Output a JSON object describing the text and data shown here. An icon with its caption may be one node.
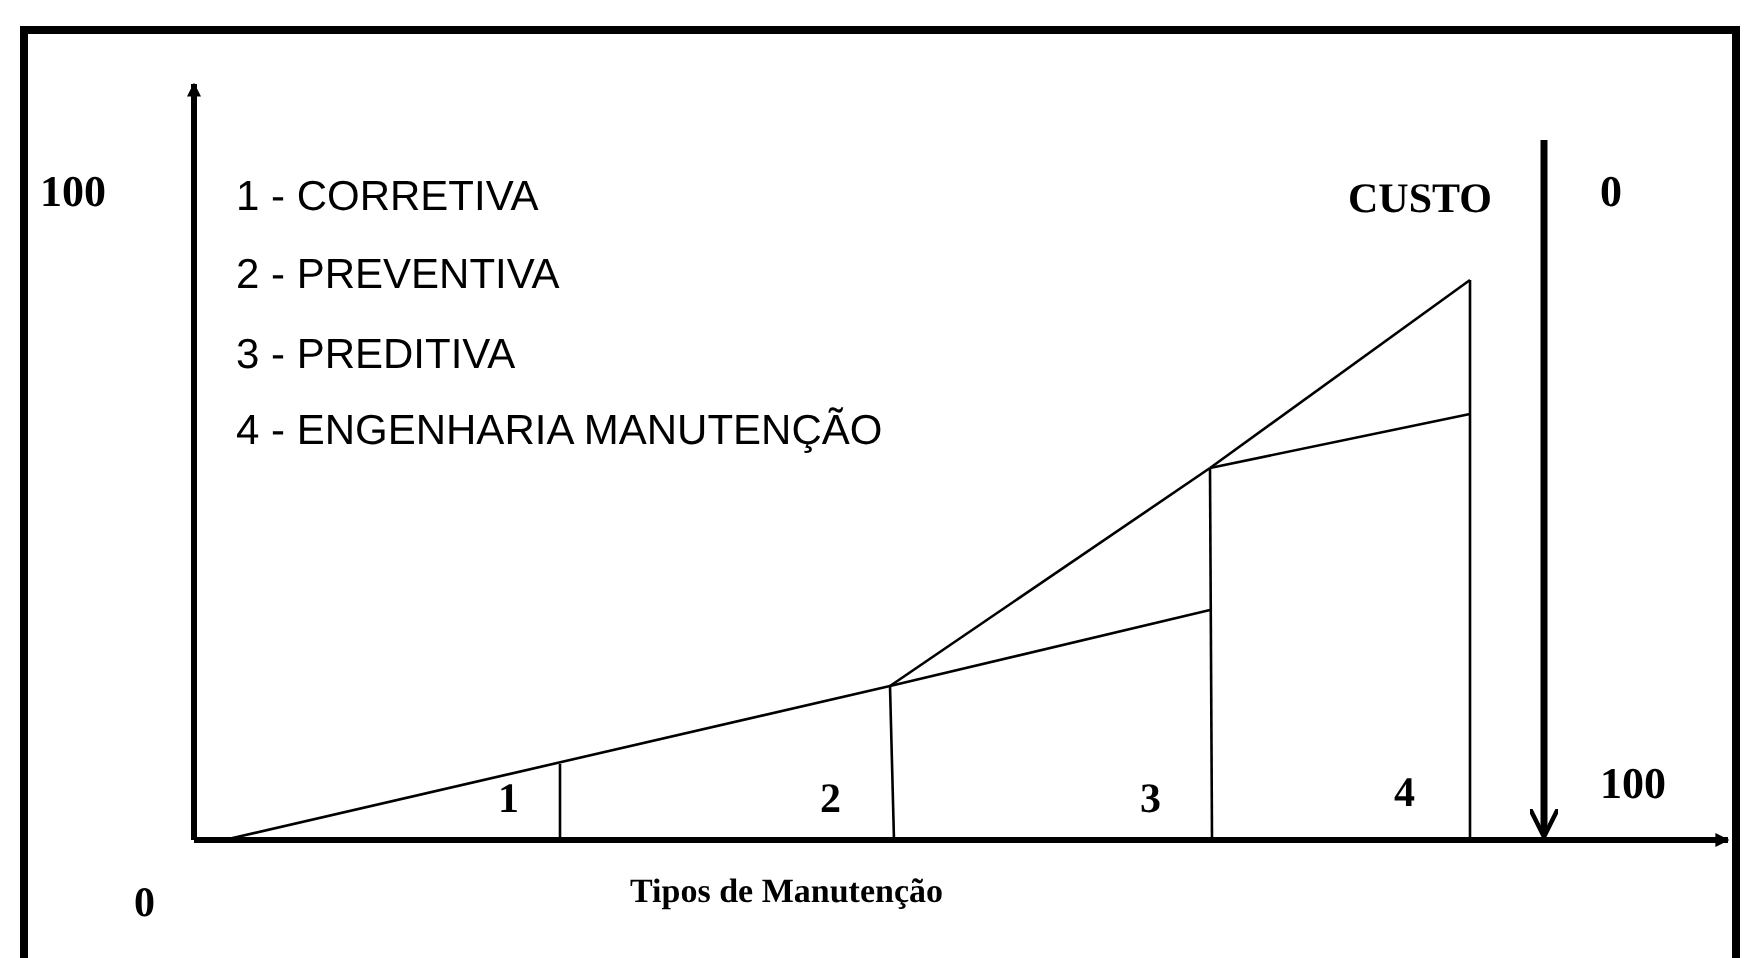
{
  "diagram": {
    "labels": [
      "100",
      "1 - CORRETIVA",
      "CUSTO",
      "0",
      "2 - PREVENTIVA",
      "3 - PREDITIVA",
      "4 - ENGENHARIA MANUTENÇÃO",
      "1",
      "2",
      "3",
      "4",
      "100",
      "0",
      "Tipos de Manutenção"
    ]
  }
}
